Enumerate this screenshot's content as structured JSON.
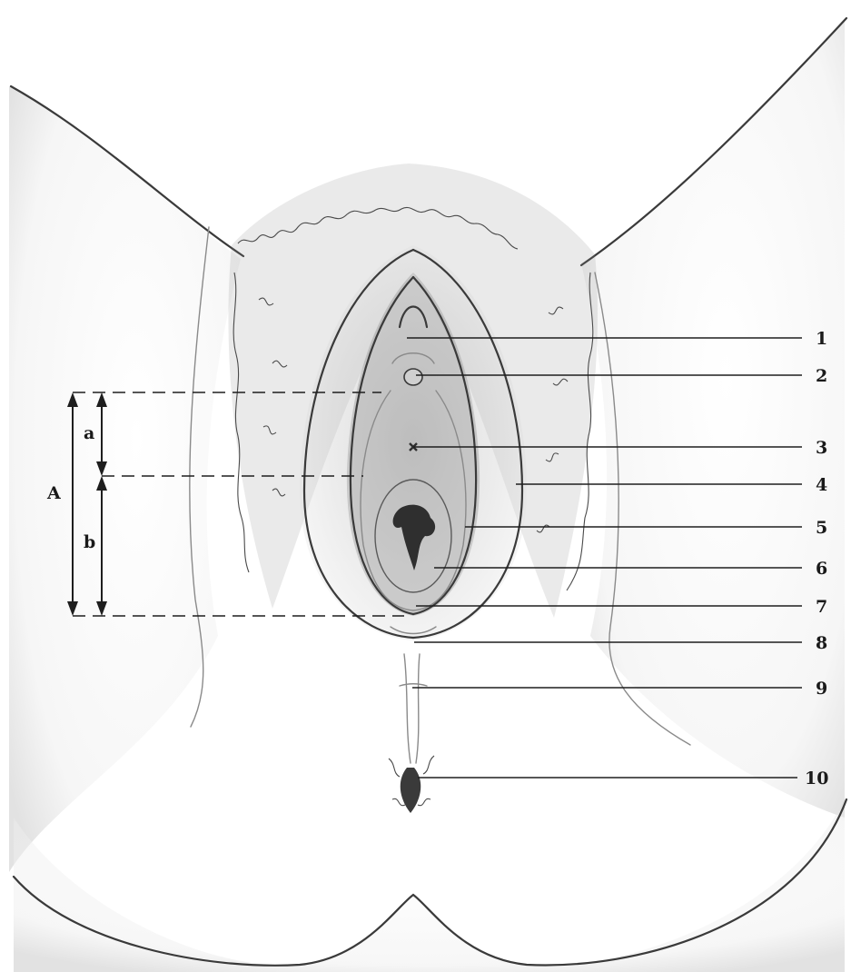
{
  "callouts": [
    "1",
    "2",
    "3",
    "4",
    "5",
    "6",
    "7",
    "8",
    "9",
    "10"
  ],
  "dimensions": {
    "total": "A",
    "upper": "a",
    "lower": "b"
  },
  "colors": {
    "ink": "#1e1e1e",
    "skin_shadow": "#9a9a9a",
    "background": "#ffffff"
  }
}
